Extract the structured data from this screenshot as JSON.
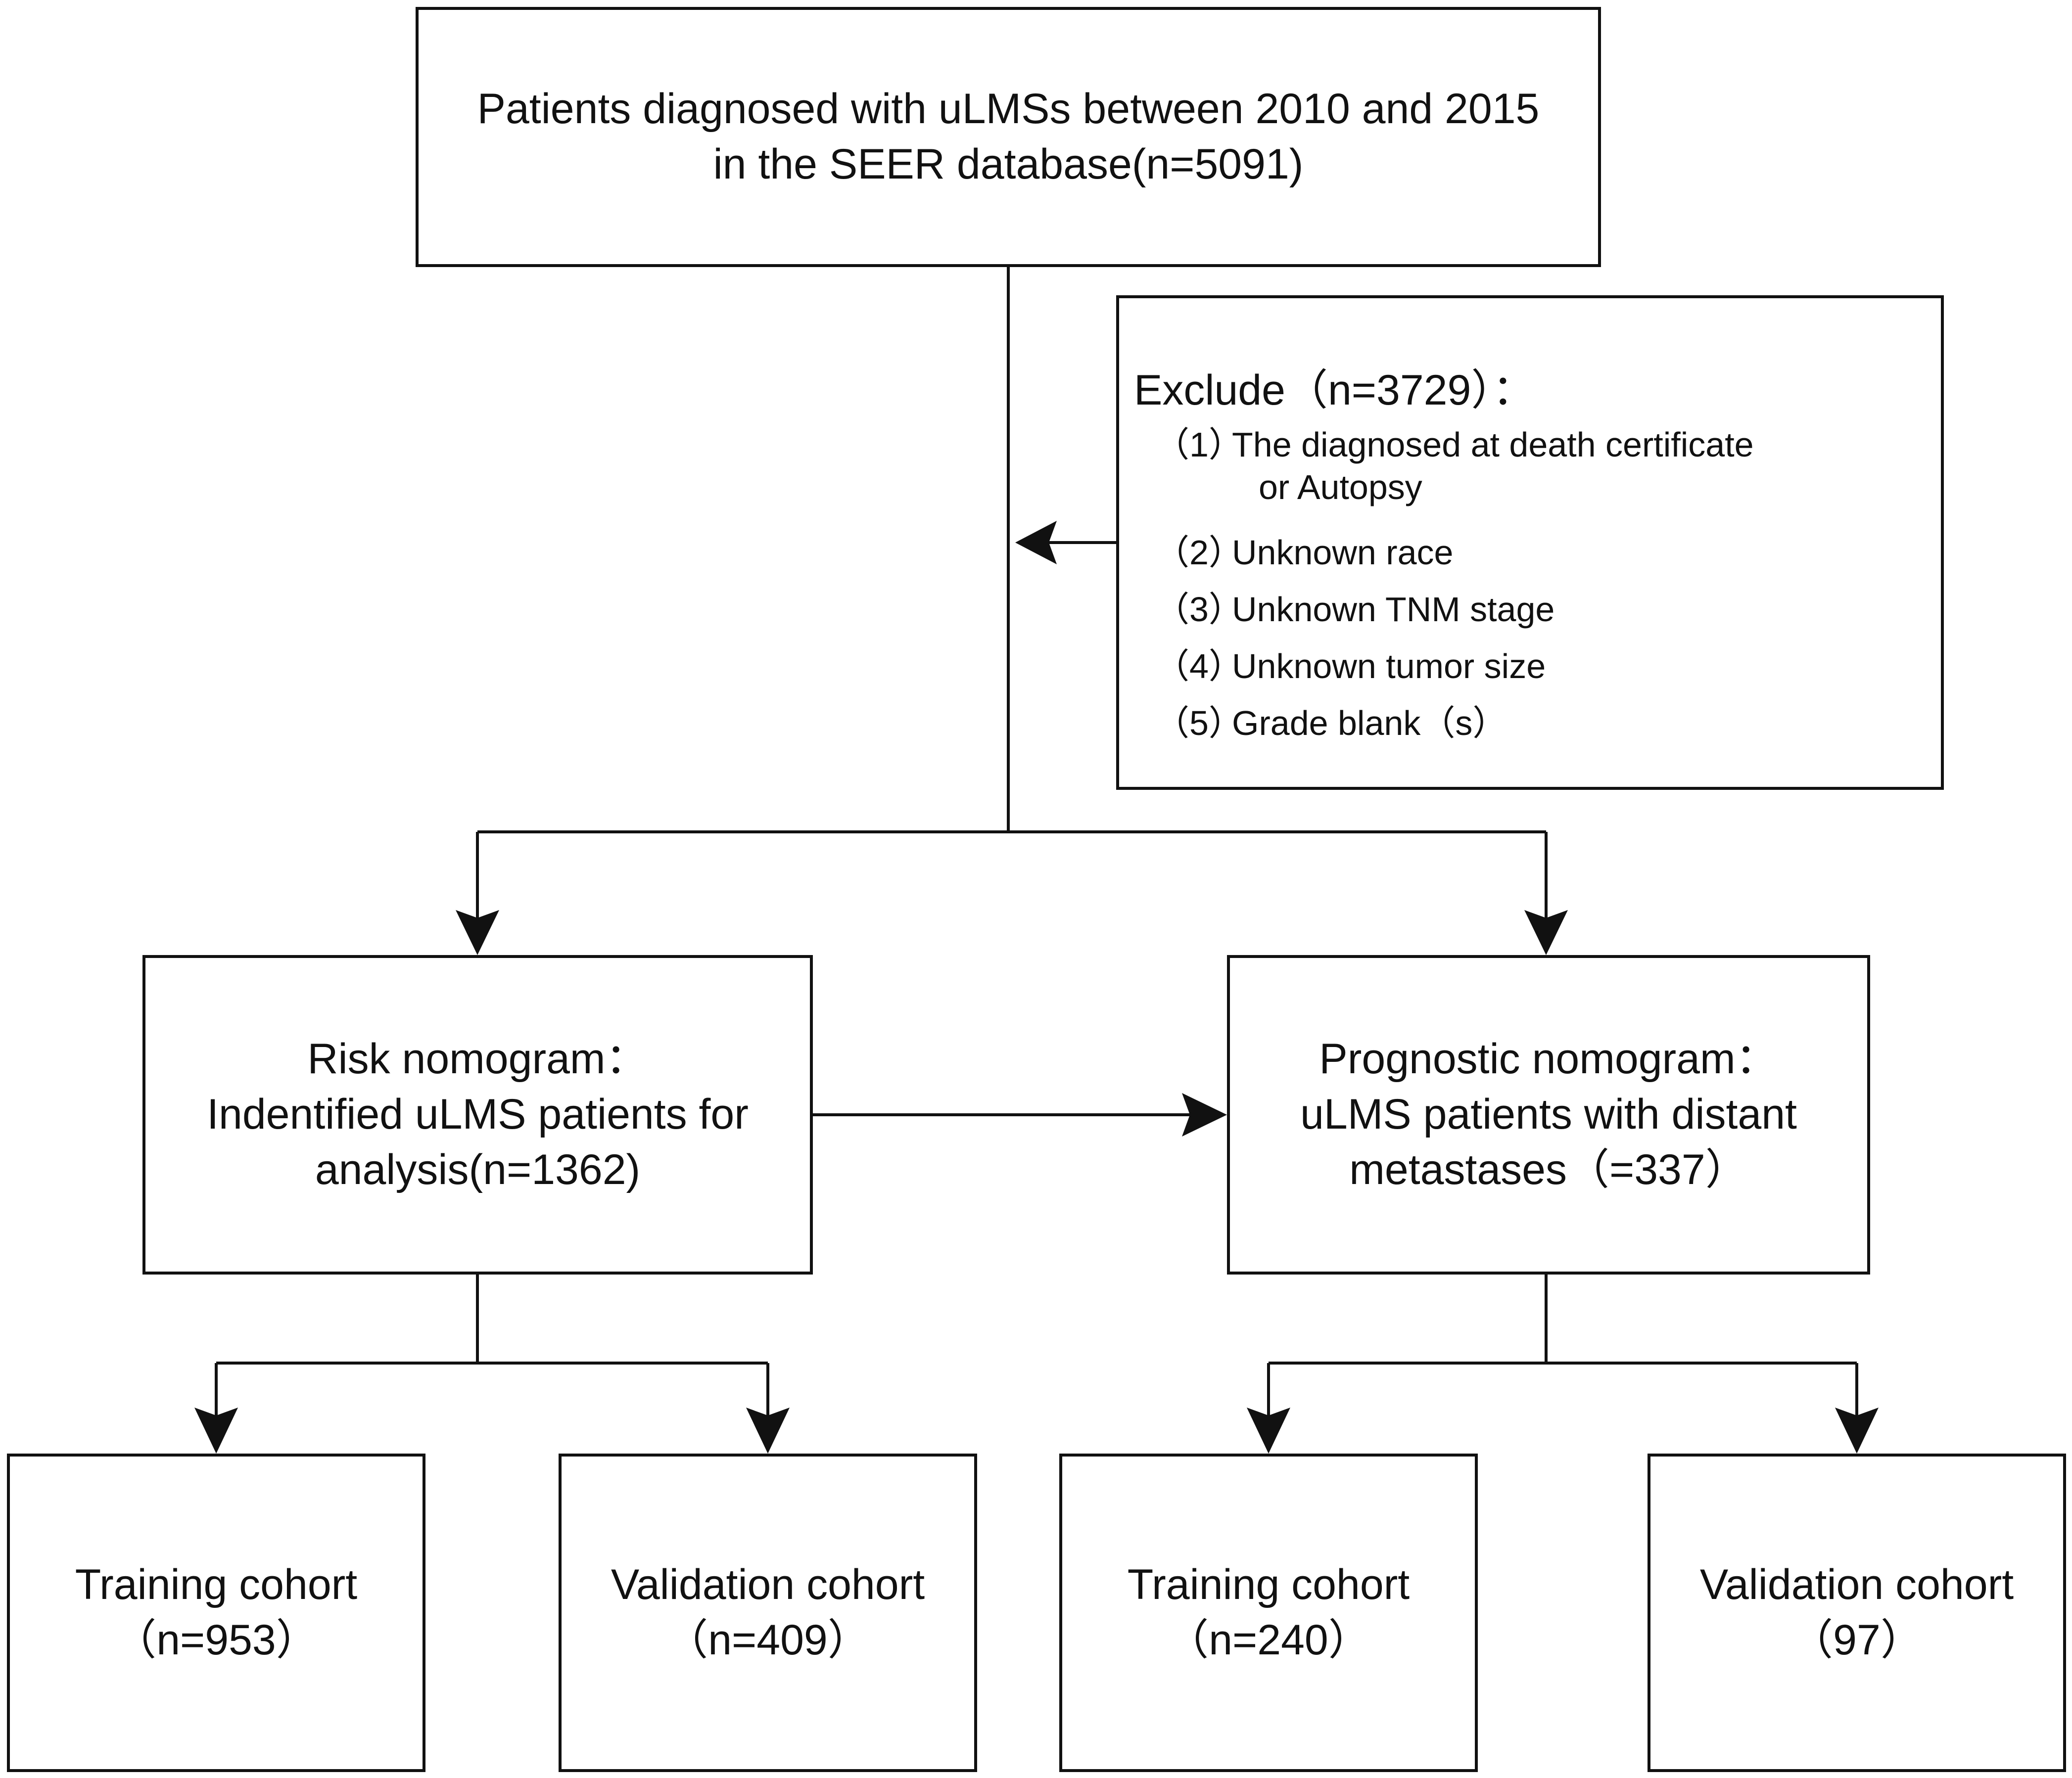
{
  "top": {
    "line1": "Patients diagnosed with uLMSs between 2010 and 2015",
    "line2": "in the SEER database(n=5091)"
  },
  "exclude": {
    "title": "Exclude（n=3729）：",
    "items": [
      {
        "num": "（1）",
        "text": "The diagnosed at death certificate",
        "cont": "or Autopsy"
      },
      {
        "num": "（2）",
        "text": "Unknown race"
      },
      {
        "num": "（3）",
        "text": "Unknown TNM stage"
      },
      {
        "num": "（4）",
        "text": "Unknown tumor size"
      },
      {
        "num": "（5）",
        "text": "Grade blank（s）"
      }
    ]
  },
  "risk": {
    "line1": "Risk nomogram：",
    "line2": "Indentified uLMS patients for",
    "line3": "analysis(n=1362)"
  },
  "prognostic": {
    "line1": "Prognostic nomogram：",
    "line2": "uLMS patients with distant",
    "line3": "metastases（=337）"
  },
  "cohorts": [
    {
      "label": "Training cohort",
      "count": "（n=953）"
    },
    {
      "label": "Validation cohort",
      "count": "（n=409）"
    },
    {
      "label": "Training cohort",
      "count": "（n=240）"
    },
    {
      "label": "Validation cohort",
      "count": "（97）"
    }
  ],
  "colors": {
    "stroke": "#111111",
    "background": "#ffffff"
  }
}
